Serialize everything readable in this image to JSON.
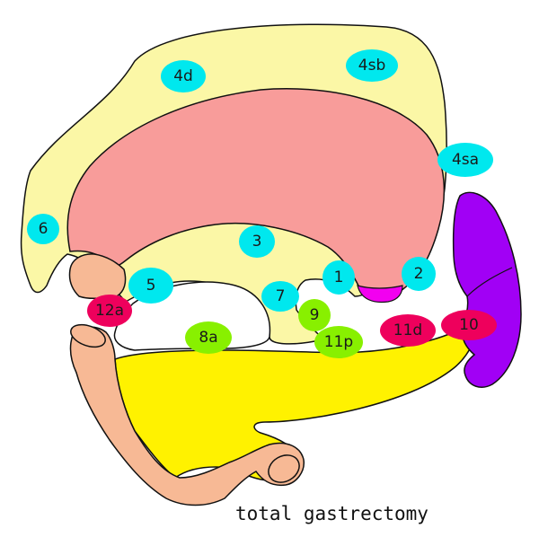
{
  "colors": {
    "omentum": "#fbf7a6",
    "stomach": "#f89c9a",
    "pancreas": "#fff200",
    "duodenum": "#f7b995",
    "spleen": "#a100f5",
    "magenta_patch": "#f200f0",
    "station_cyan": "#00e8ee",
    "station_green": "#88f000",
    "station_red": "#ee005c",
    "outline": "#111111"
  },
  "stations": [
    {
      "id": "4d",
      "label": "4d",
      "group": "cyan"
    },
    {
      "id": "4sb",
      "label": "4sb",
      "group": "cyan"
    },
    {
      "id": "4sa",
      "label": "4sa",
      "group": "cyan"
    },
    {
      "id": "6",
      "label": "6",
      "group": "cyan"
    },
    {
      "id": "3",
      "label": "3",
      "group": "cyan"
    },
    {
      "id": "5",
      "label": "5",
      "group": "cyan"
    },
    {
      "id": "7",
      "label": "7",
      "group": "cyan"
    },
    {
      "id": "1",
      "label": "1",
      "group": "cyan"
    },
    {
      "id": "2",
      "label": "2",
      "group": "cyan"
    },
    {
      "id": "12a",
      "label": "12a",
      "group": "red"
    },
    {
      "id": "8a",
      "label": "8a",
      "group": "green"
    },
    {
      "id": "9",
      "label": "9",
      "group": "green"
    },
    {
      "id": "11p",
      "label": "11p",
      "group": "green"
    },
    {
      "id": "11d",
      "label": "11d",
      "group": "red"
    },
    {
      "id": "10",
      "label": "10",
      "group": "red"
    }
  ],
  "caption": "total gastrectomy"
}
